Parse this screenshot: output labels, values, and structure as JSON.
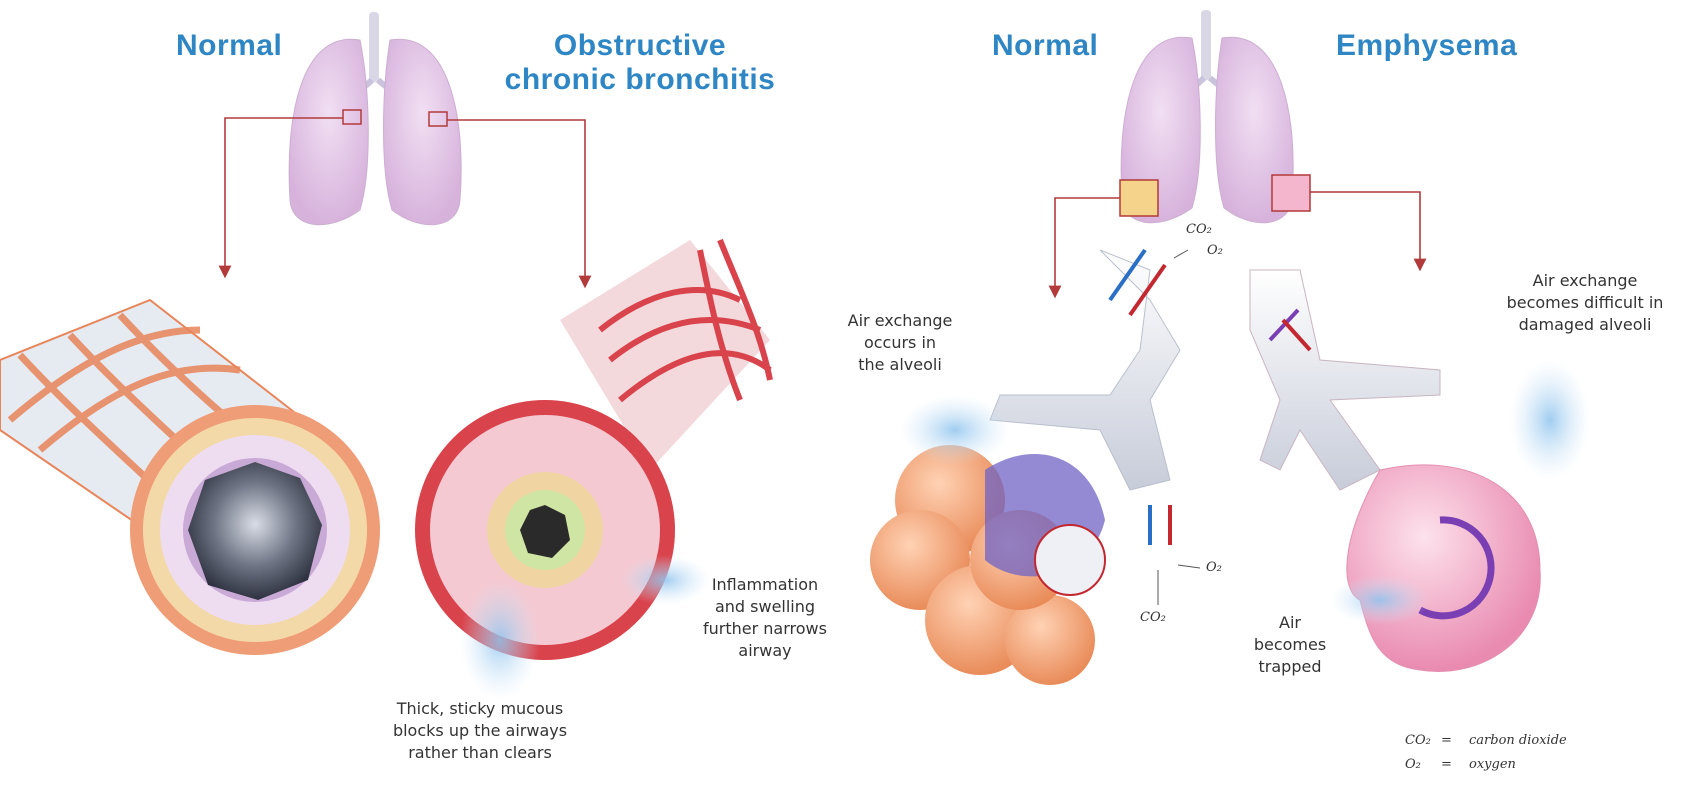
{
  "panels": {
    "bronchitis": {
      "normal_heading": "Normal",
      "disease_heading_line1": "Obstructive",
      "disease_heading_line2": "chronic bronchitis",
      "callout_mucous": [
        "Thick, sticky mucous",
        "blocks up the airways",
        "rather than clears"
      ],
      "callout_inflammation": [
        "Inflammation",
        "and swelling",
        "further narrows",
        "airway"
      ]
    },
    "emphysema": {
      "normal_heading": "Normal",
      "disease_heading": "Emphysema",
      "callout_normal": [
        "Air exchange",
        "occurs in",
        "the alveoli"
      ],
      "callout_damaged": [
        "Air exchange",
        "becomes difficult in",
        "damaged alveoli"
      ],
      "callout_trapped": [
        "Air",
        "becomes",
        "trapped"
      ],
      "gas_labels": {
        "co2_top": "CO₂",
        "o2_top": "O₂",
        "o2_bottom": "O₂",
        "co2_bottom": "CO₂"
      }
    }
  },
  "legend": {
    "rows": [
      {
        "symbol": "CO₂",
        "equals": "=",
        "meaning": "carbon dioxide"
      },
      {
        "symbol": "O₂",
        "equals": "=",
        "meaning": "oxygen"
      }
    ]
  },
  "colors": {
    "heading": "#2f86c4",
    "lung": "#e3c6e6",
    "pointer_line": "#b23a3a",
    "muscle_normal": "#e8855a",
    "muscle_inflamed": "#d9434c",
    "alveoli": "#f3a77c",
    "damaged_alveolus": "#f2a9c3",
    "co2_arrow": "#2a6fc6",
    "o2_arrow": "#c3272f"
  }
}
